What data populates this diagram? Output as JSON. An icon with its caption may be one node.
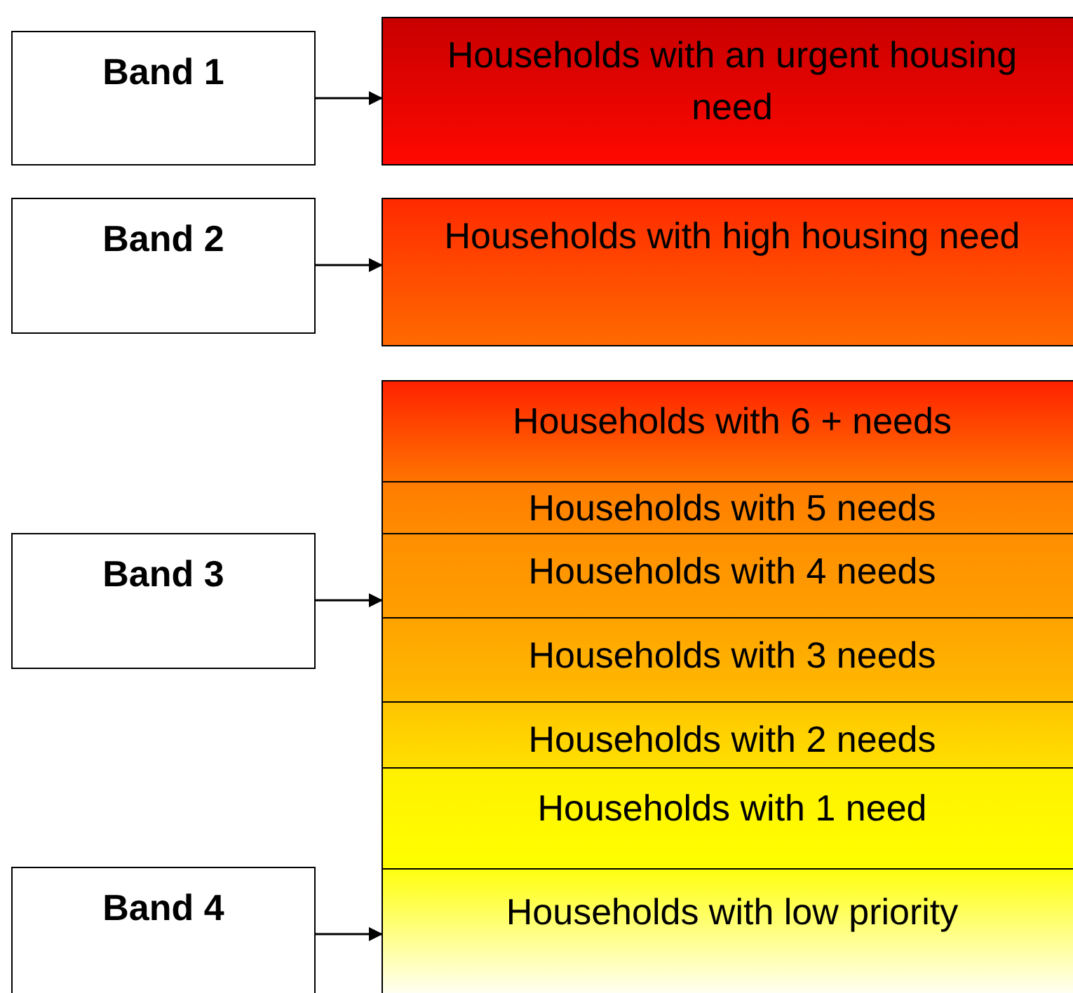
{
  "diagram": {
    "nodes": [
      {
        "text": [
          "Band 1"
        ]
      },
      {
        "text": [
          "Households with an urgent housing need"
        ]
      },
      {
        "text": [
          "Band 2"
        ]
      },
      {
        "text": [
          "Households with high housing need"
        ]
      },
      {
        "text": [
          "Band 3"
        ]
      },
      {
        "text": [
          "Households with 6 + needs"
        ]
      },
      {
        "text": [
          "Households with 5 needs"
        ]
      },
      {
        "text": [
          "Households with 4 needs"
        ]
      },
      {
        "text": [
          "Households with 3 needs"
        ]
      },
      {
        "text": [
          "Households with 2 needs"
        ]
      },
      {
        "text": [
          "Households with 1 need"
        ]
      },
      {
        "text": [
          "Band 4"
        ]
      },
      {
        "text": [
          "Households with low priority"
        ]
      }
    ],
    "edges": [
      {
        "from": 0,
        "to": 1,
        "arrow": "to"
      },
      {
        "from": 2,
        "to": 3,
        "arrow": "to"
      },
      {
        "from": 4,
        "to": 7,
        "arrow": "to"
      },
      {
        "from": 11,
        "to": 12,
        "arrow": "to"
      }
    ]
  }
}
